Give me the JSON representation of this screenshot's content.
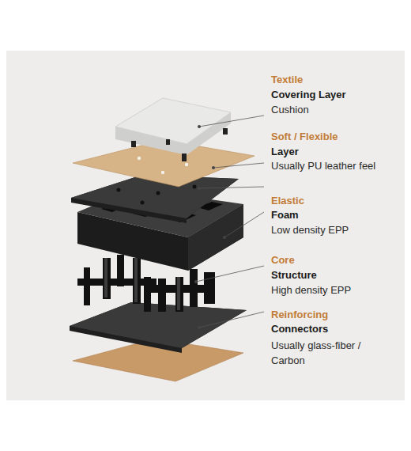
{
  "diagram": {
    "labels": [
      "Textile",
      "Covering Layer",
      "Cushion",
      "Soft / Flexible",
      "Layer",
      "Usually PU leather feel",
      "Elastic",
      "Foam",
      "Low density EPP",
      "Core",
      "Structure",
      "High density EPP",
      "Reinforcing",
      "Connectors",
      "Usually glass-fiber / Carbon"
    ]
  }
}
